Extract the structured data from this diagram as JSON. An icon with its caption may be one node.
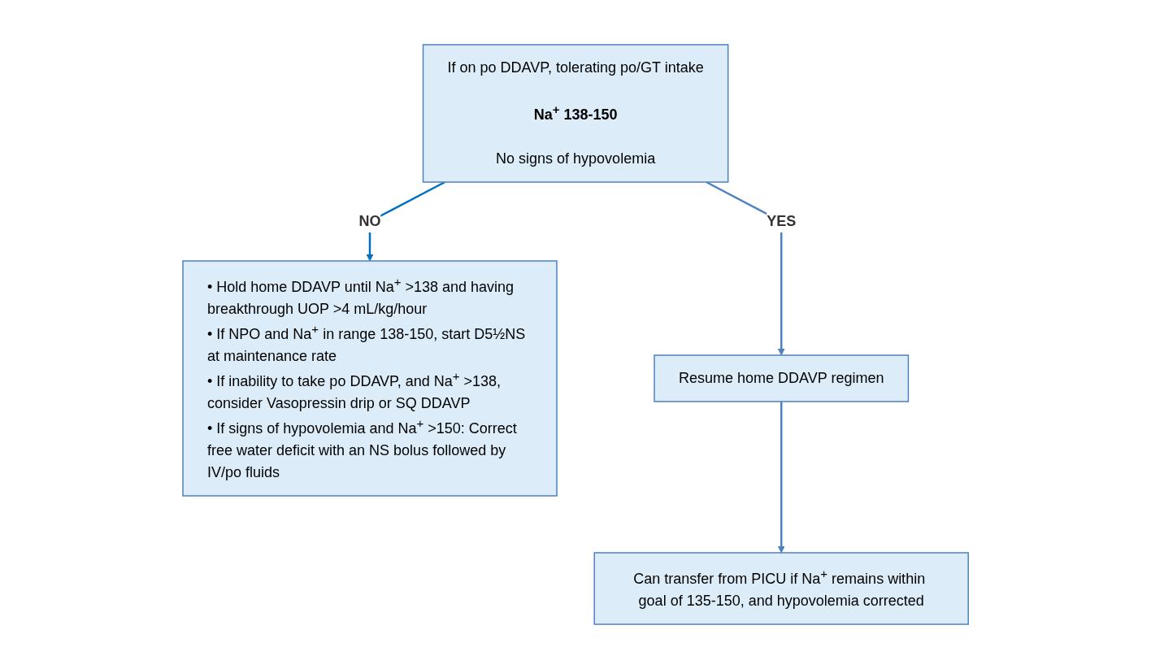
{
  "diagram": {
    "nodes": [
      {
        "text": [
          "If on po DDAVP, tolerating po/GT intake",
          "Na$^{+}$ 138-150",
          "No signs of hypovolemia"
        ]
      },
      {
        "text": [
          "• Hold home DDAVP until Na$^{+}$ >138 and having breakthrough UOP >4 mL/kg/hour",
          "• If NPO and Na$^{+}$ in range 138-150, start D5½NS at maintenance rate",
          "• If inability to take po DDAVP, and Na$^{+}$ >138, consider Vasopressin drip or SQ DDAVP",
          "• If signs of hypovolemia and Na$^{+}$ >150: Correct free water deficit with an NS bolus followed by IV/po fluids"
        ]
      },
      {
        "text": [
          "Resume home DDAVP regimen"
        ]
      },
      {
        "text": [
          "Can transfer from PICU if Na$^{+}$ remains within goal of 135-150, and hypovolemia corrected"
        ]
      }
    ],
    "edges": [
      {
        "from": 0,
        "to": 1,
        "arrow": "to",
        "label": "NO",
        "color": "#0070c0"
      },
      {
        "from": 0,
        "to": 2,
        "arrow": "to",
        "label": "YES"
      },
      {
        "from": 2,
        "to": 3,
        "arrow": "to"
      }
    ]
  }
}
